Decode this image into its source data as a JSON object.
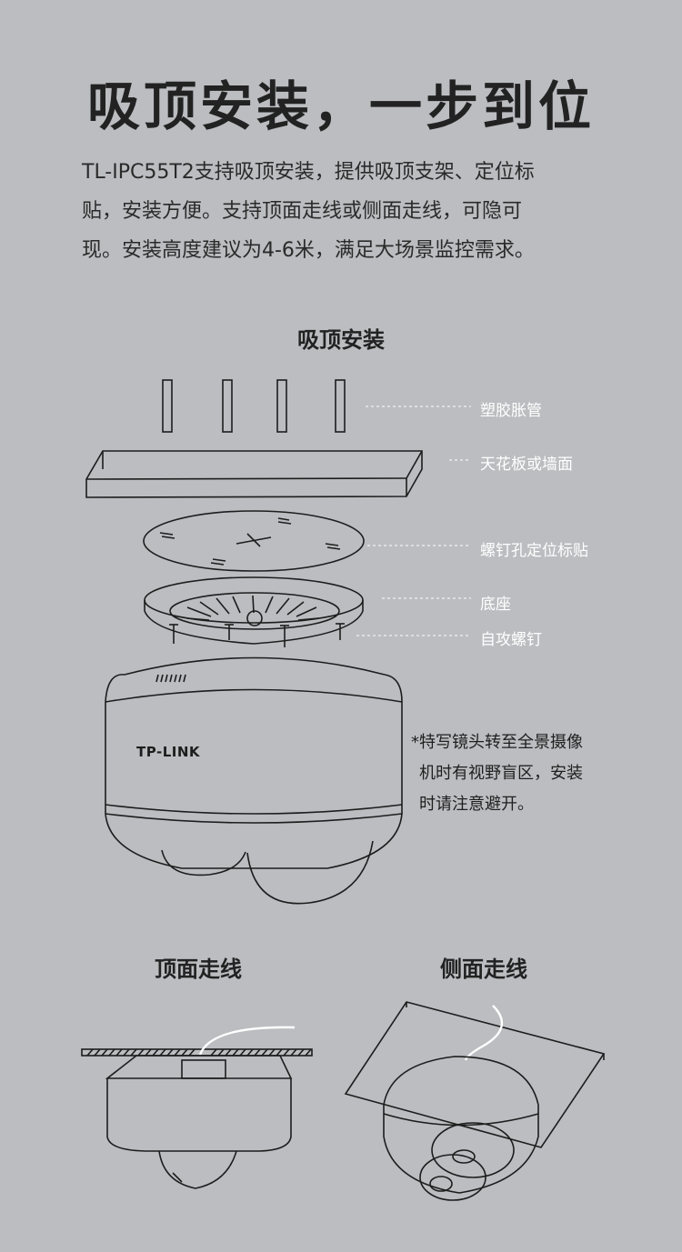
{
  "headline": "吸顶安装，一步到位",
  "intro": {
    "lines": [
      "TL-IPC55T2支持吸顶安装，提供吸顶支架、定位标",
      "贴，安装方便。支持顶面走线或侧面走线，可隐可",
      "现。安装高度建议为4-6米，满足大场景监控需求。"
    ]
  },
  "install_diagram": {
    "title": "吸顶安装",
    "labels": {
      "anchors": "塑胶胀管",
      "ceiling": "天花板或墙面",
      "sticker": "螺钉孔定位标贴",
      "base": "底座",
      "screws": "自攻螺钉"
    },
    "brand": "TP-LINK",
    "note_lines": [
      "*特写镜头转至全景摄像",
      "机时有视野盲区，安装",
      "时请注意避开。"
    ]
  },
  "top_wiring": {
    "title": "顶面走线"
  },
  "side_wiring": {
    "title": "侧面走线"
  },
  "colors": {
    "background": "#bcbdc1",
    "line": "#1d1d1d",
    "label": "#ffffff"
  }
}
